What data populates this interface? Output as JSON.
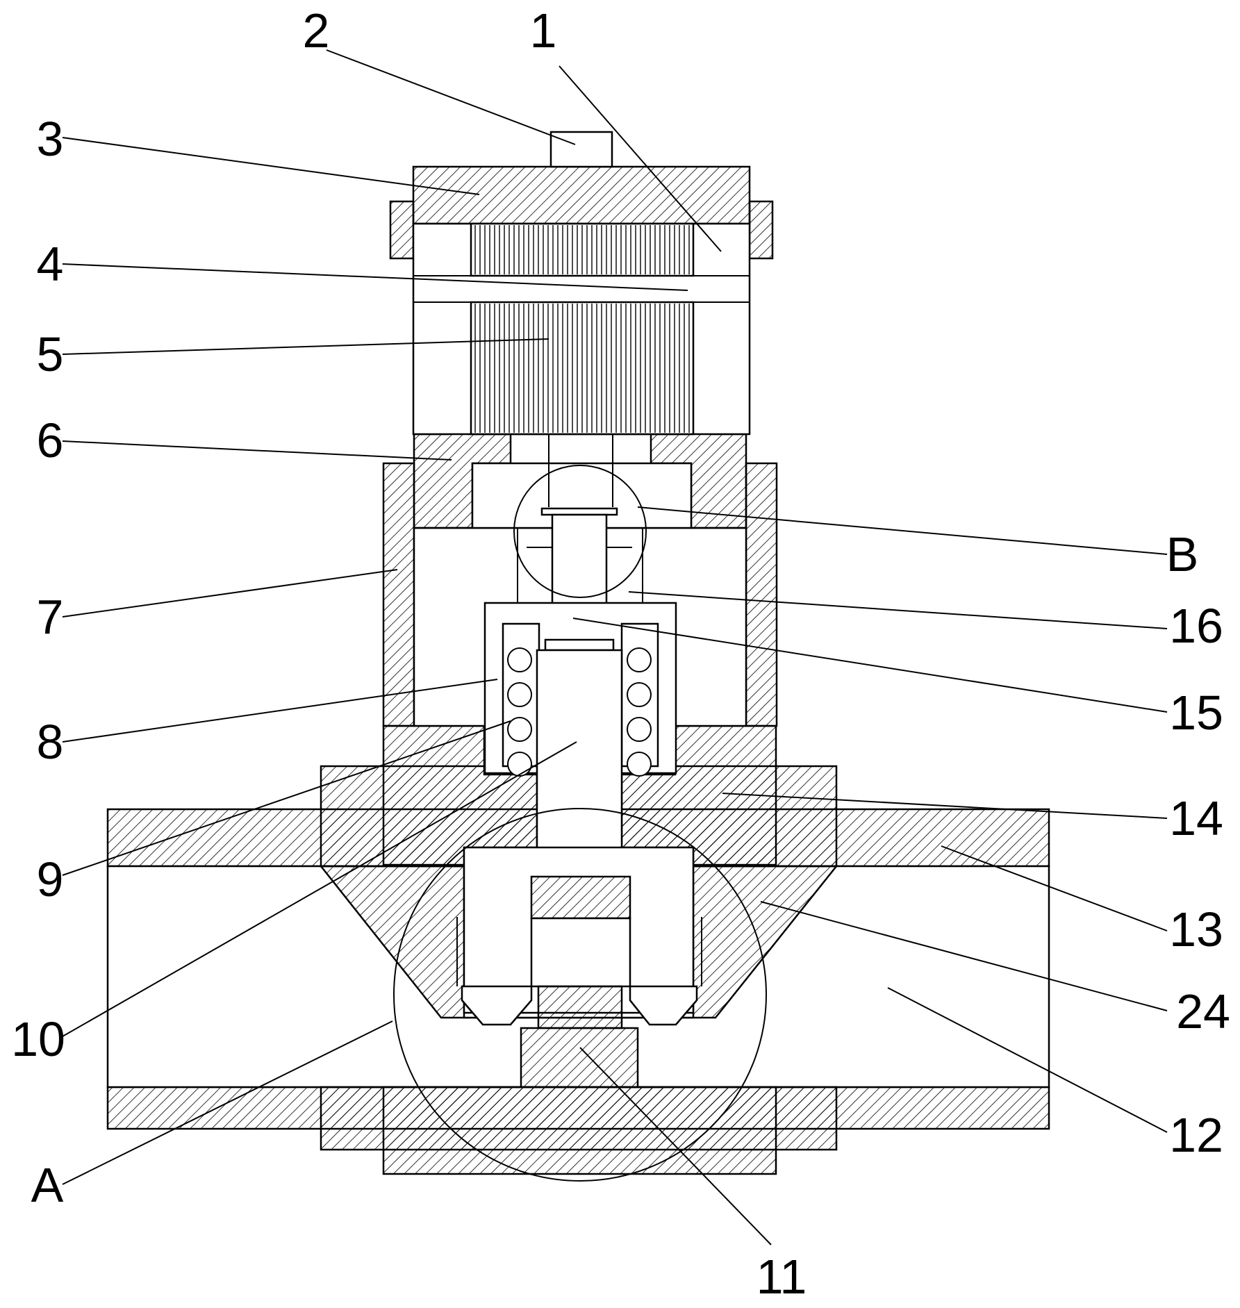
{
  "colors": {
    "line": "#000000",
    "background": "#ffffff",
    "hatch": "#000000"
  },
  "callouts": [
    {
      "id": "1",
      "text": "1"
    },
    {
      "id": "2",
      "text": "2"
    },
    {
      "id": "3",
      "text": "3"
    },
    {
      "id": "4",
      "text": "4"
    },
    {
      "id": "5",
      "text": "5"
    },
    {
      "id": "6",
      "text": "6"
    },
    {
      "id": "7",
      "text": "7"
    },
    {
      "id": "8",
      "text": "8"
    },
    {
      "id": "9",
      "text": "9"
    },
    {
      "id": "10",
      "text": "10"
    },
    {
      "id": "11",
      "text": "11"
    },
    {
      "id": "12",
      "text": "12"
    },
    {
      "id": "13",
      "text": "13"
    },
    {
      "id": "14",
      "text": "14"
    },
    {
      "id": "15",
      "text": "15"
    },
    {
      "id": "16",
      "text": "16"
    },
    {
      "id": "24",
      "text": "24"
    },
    {
      "id": "A",
      "text": "A"
    },
    {
      "id": "B",
      "text": "B"
    }
  ]
}
